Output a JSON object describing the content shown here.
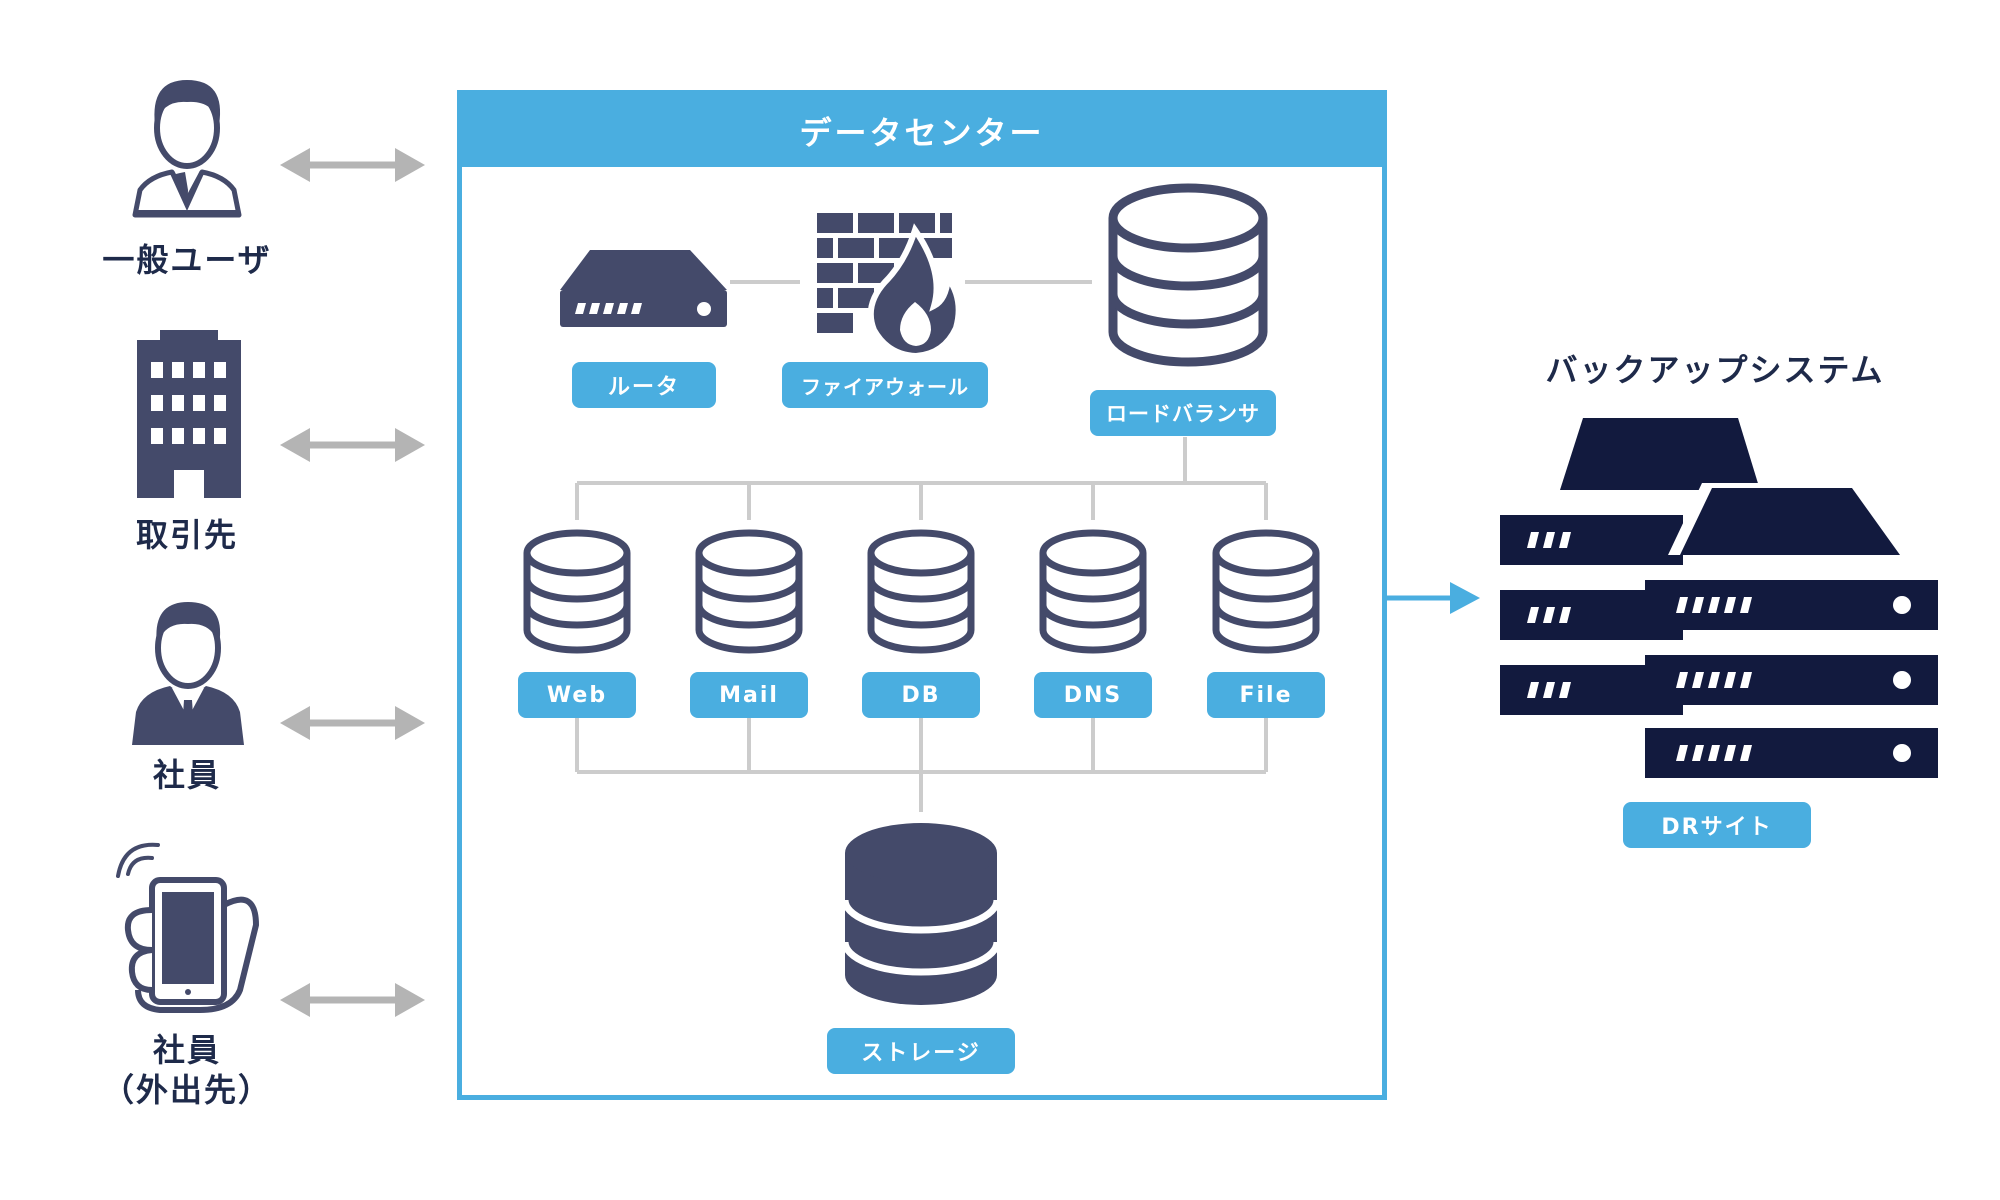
{
  "datacenter": {
    "title": "データセンター"
  },
  "actors": [
    {
      "label": "一般ユーザ",
      "icon": "user-icon"
    },
    {
      "label": "取引先",
      "icon": "building-icon"
    },
    {
      "label": "社員",
      "icon": "businessman-icon"
    },
    {
      "label_line1": "社員",
      "label_line2": "（外出先）",
      "icon": "smartphone-icon"
    }
  ],
  "network": {
    "router": "ルータ",
    "firewall": "ファイアウォール",
    "load_balancer": "ロードバランサ"
  },
  "servers": [
    "Web",
    "Mail",
    "DB",
    "DNS",
    "File"
  ],
  "storage": "ストレージ",
  "backup": {
    "title": "バックアップシステム",
    "site": "DRサイト"
  },
  "colors": {
    "accent": "#4aaee0",
    "icon_dark": "#444a6a",
    "navy": "#121a3e",
    "arrow_gray": "#b4b4b4",
    "line_gray": "#cccccc"
  }
}
